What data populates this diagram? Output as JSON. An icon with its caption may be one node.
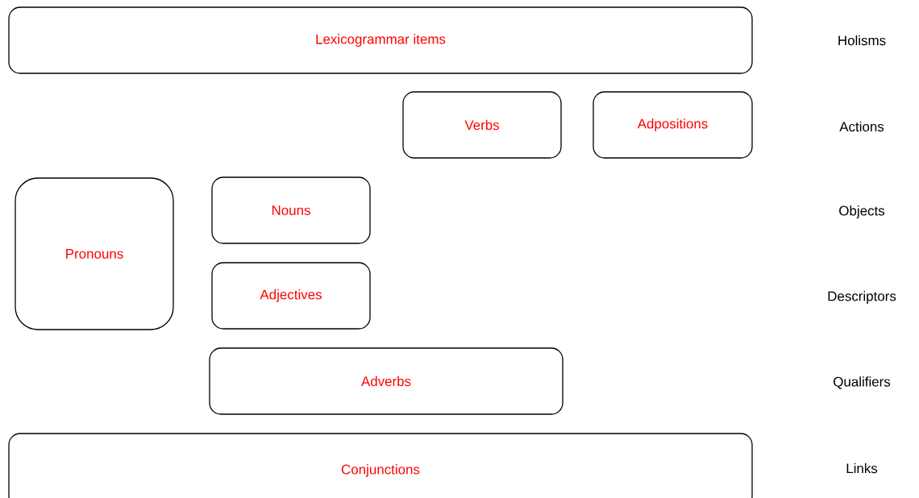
{
  "diagram": {
    "nodes": [
      {
        "text": [
          "Lexicogrammar items"
        ]
      },
      {
        "text": [
          "Verbs"
        ]
      },
      {
        "text": [
          "Adpositions"
        ]
      },
      {
        "text": [
          "Pronouns"
        ]
      },
      {
        "text": [
          "Nouns"
        ]
      },
      {
        "text": [
          "Adjectives"
        ]
      },
      {
        "text": [
          "Adverbs"
        ]
      },
      {
        "text": [
          "Conjunctions"
        ]
      }
    ],
    "labels": [
      "Holisms",
      "Actions",
      "Objects",
      "Descriptors",
      "Qualifiers",
      "Links"
    ]
  }
}
